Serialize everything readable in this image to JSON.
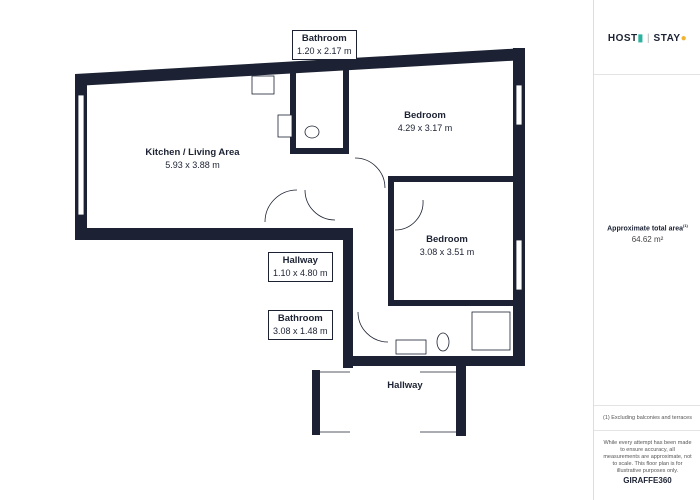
{
  "brand": {
    "host": "HOST",
    "stay": "STAY",
    "accent": "#2bb3a0",
    "pin": "#f2b233"
  },
  "rooms": [
    {
      "name": "Bathroom",
      "size": "1.20 x 2.17 m"
    },
    {
      "name": "Kitchen / Living Area",
      "size": "5.93 x 3.88 m"
    },
    {
      "name": "Bedroom",
      "size": "4.29 x 3.17 m"
    },
    {
      "name": "Bedroom",
      "size": "3.08 x 3.51 m"
    },
    {
      "name": "Hallway",
      "size": "1.10 x 4.80 m"
    },
    {
      "name": "Bathroom",
      "size": "3.08 x 1.48 m"
    },
    {
      "name": "Hallway",
      "size": ""
    }
  ],
  "area": {
    "label": "Approximate total area",
    "note_mark": "(1)",
    "value": "64.62 m²"
  },
  "footnote": "(1) Excluding balconies and terraces",
  "disclaimer": "While every attempt has been made to ensure accuracy, all measurements are approximate, not to scale. This floor plan is for illustrative purposes only.",
  "credit": "GIRAFFE360",
  "colors": {
    "wall": "#1c2233"
  }
}
